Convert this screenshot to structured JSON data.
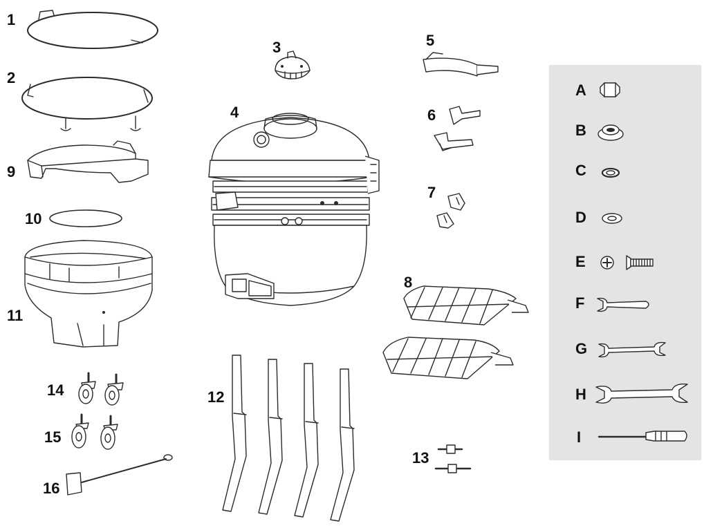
{
  "diagram": {
    "parts": [
      {
        "id": "1",
        "label": "1"
      },
      {
        "id": "2",
        "label": "2"
      },
      {
        "id": "3",
        "label": "3"
      },
      {
        "id": "4",
        "label": "4"
      },
      {
        "id": "5",
        "label": "5"
      },
      {
        "id": "6",
        "label": "6"
      },
      {
        "id": "7",
        "label": "7"
      },
      {
        "id": "8",
        "label": "8"
      },
      {
        "id": "9",
        "label": "9"
      },
      {
        "id": "10",
        "label": "10"
      },
      {
        "id": "11",
        "label": "11"
      },
      {
        "id": "12",
        "label": "12"
      },
      {
        "id": "13",
        "label": "13"
      },
      {
        "id": "14",
        "label": "14"
      },
      {
        "id": "15",
        "label": "15"
      },
      {
        "id": "16",
        "label": "16"
      }
    ],
    "hardware": [
      {
        "id": "A",
        "label": "A"
      },
      {
        "id": "B",
        "label": "B"
      },
      {
        "id": "C",
        "label": "C"
      },
      {
        "id": "D",
        "label": "D"
      },
      {
        "id": "E",
        "label": "E"
      },
      {
        "id": "F",
        "label": "F"
      },
      {
        "id": "G",
        "label": "G"
      },
      {
        "id": "H",
        "label": "H"
      },
      {
        "id": "I",
        "label": "I"
      }
    ],
    "colors": {
      "line": "#2a2a2a",
      "panel": "#e4e4e4",
      "label": "#111111"
    }
  }
}
